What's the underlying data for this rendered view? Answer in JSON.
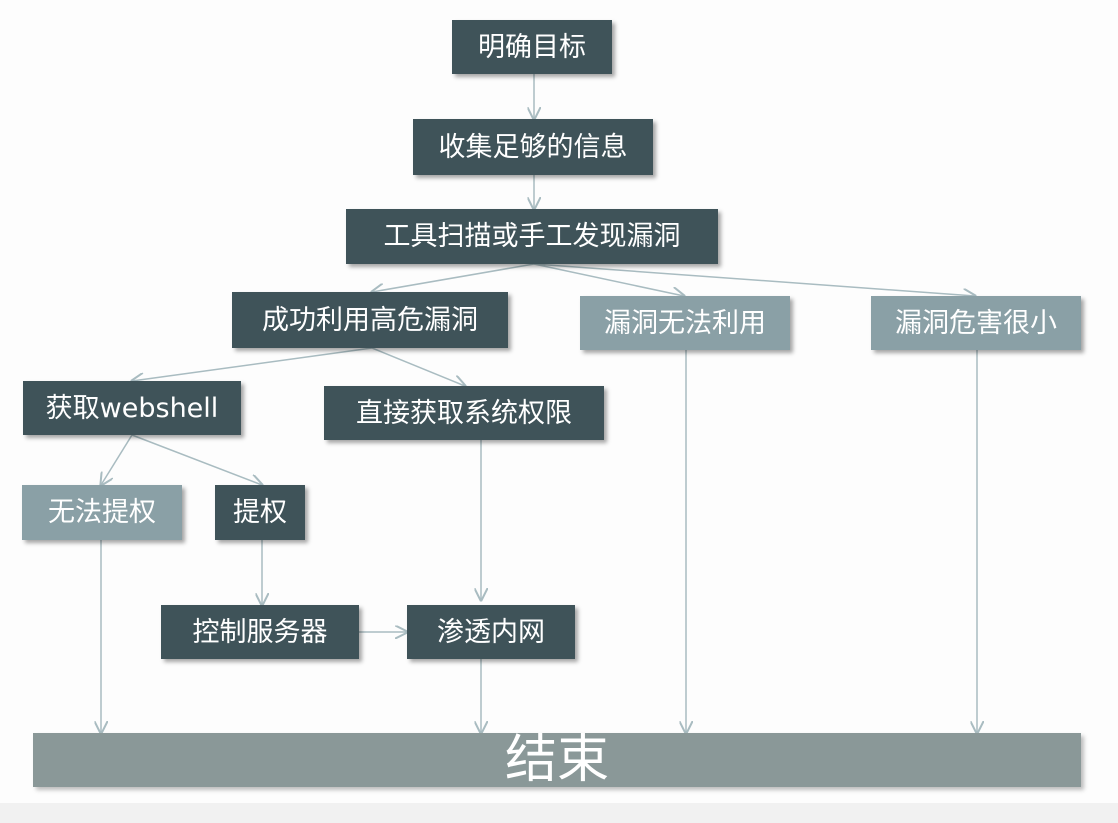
{
  "diagram": {
    "nodes": {
      "define_target": "明确目标",
      "collect_info": "收集足够的信息",
      "find_vuln": "工具扫描或手工发现漏洞",
      "exploit_high": "成功利用高危漏洞",
      "vuln_unusable": "漏洞无法利用",
      "vuln_low_harm": "漏洞危害很小",
      "get_webshell": "获取webshell",
      "direct_system": "直接获取系统权限",
      "no_escalate": "无法提权",
      "escalate": "提权",
      "control_server": "控制服务器",
      "pivot_intranet": "渗透内网",
      "end": "结束"
    },
    "edges": [
      [
        "define_target",
        "collect_info"
      ],
      [
        "collect_info",
        "find_vuln"
      ],
      [
        "find_vuln",
        "exploit_high"
      ],
      [
        "find_vuln",
        "vuln_unusable"
      ],
      [
        "find_vuln",
        "vuln_low_harm"
      ],
      [
        "exploit_high",
        "get_webshell"
      ],
      [
        "exploit_high",
        "direct_system"
      ],
      [
        "get_webshell",
        "no_escalate"
      ],
      [
        "get_webshell",
        "escalate"
      ],
      [
        "escalate",
        "control_server"
      ],
      [
        "direct_system",
        "pivot_intranet"
      ],
      [
        "control_server",
        "pivot_intranet"
      ],
      [
        "no_escalate",
        "end"
      ],
      [
        "pivot_intranet",
        "end"
      ],
      [
        "vuln_unusable",
        "end"
      ],
      [
        "vuln_low_harm",
        "end"
      ]
    ],
    "colors": {
      "primary_node": "#3f5359",
      "secondary_node": "#8aa0a6",
      "end_bar": "#8a9898",
      "connector": "#a9bcc1"
    }
  }
}
